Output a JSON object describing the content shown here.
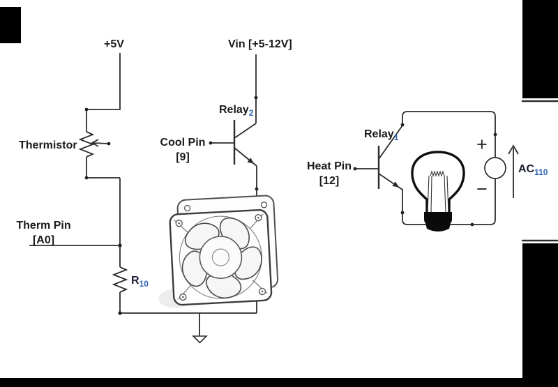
{
  "labels": {
    "supply_5v": "+5V",
    "supply_vin": "Vin [+5-12V]",
    "thermistor": "Thermistor",
    "therm_pin": "Therm Pin",
    "therm_pin_ref": "[A0]",
    "resistor_main": "R",
    "resistor_sub": "10",
    "cool_pin": "Cool Pin",
    "cool_pin_ref": "[9]",
    "relay2_main": "Relay",
    "relay2_sub": "2",
    "heat_pin": "Heat Pin",
    "heat_pin_ref": "[12]",
    "relay1_main": "Relay",
    "relay1_sub": "1",
    "ac_main": "AC",
    "ac_sub": "110",
    "plus_sign": "+",
    "minus_sign": "−"
  },
  "colors": {
    "wire": "#2b2b2b",
    "text": "#1a1a1a",
    "subscript_blue": "#2e64b5",
    "sketch_gray": "#4a4a4a",
    "occluder": "#000000",
    "background": "#ffffff"
  }
}
